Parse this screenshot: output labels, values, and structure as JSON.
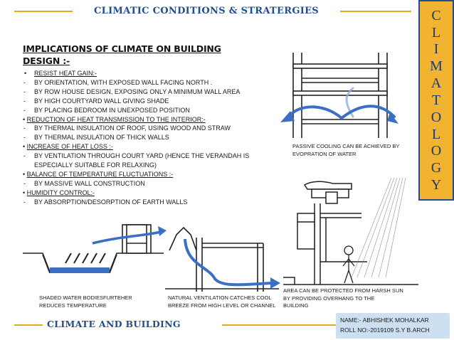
{
  "header": {
    "title": "CLIMATIC CONDITIONS & STRATERGIES"
  },
  "side_banner": {
    "letters": [
      "C",
      "L",
      "I",
      "M",
      "A",
      "T",
      "O",
      "L",
      "O",
      "G",
      "Y"
    ]
  },
  "main": {
    "heading_line1": "IMPLICATIONS OF CLIMATE ON BUILDING",
    "heading_line2": "DESIGN  :-",
    "items": [
      {
        "kind": "bullet",
        "marker": "•",
        "text": "RESIST HEAT GAIN:-"
      },
      {
        "kind": "dash",
        "marker": "-",
        "text": "BY ORIENTATION, WITH EXPOSED WALL FACING NORTH ."
      },
      {
        "kind": "dash",
        "marker": "-",
        "text": "BY ROW HOUSE DESIGN, EXPOSING ONLY A MINIMUM WALL AREA"
      },
      {
        "kind": "dash",
        "marker": "-",
        "text": "BY HIGH COURTYARD WALL GIVING SHADE"
      },
      {
        "kind": "dash",
        "marker": "-",
        "text": "BY PLACING BEDROOM IN UNEXPOSED POSITION"
      },
      {
        "kind": "section",
        "marker": "•",
        "text": "REDUCTION OF HEAT TRANSMISSION TO THE INTERIOR:-"
      },
      {
        "kind": "dash",
        "marker": "-",
        "text": "BY THERMAL INSULATION OF ROOF, USING WOOD AND STRAW"
      },
      {
        "kind": "dash",
        "marker": "-",
        "text": "BY THERMAL INSULATION OF THICK WALLS"
      },
      {
        "kind": "section",
        "marker": "•",
        "text": "INCREASE OF HEAT LOSS :-"
      },
      {
        "kind": "dash",
        "marker": "-",
        "text": "BY VENTILATION THROUGH COURT YARD (HENCE THE VERANDAH IS"
      },
      {
        "kind": "cont",
        "marker": "",
        "text": "ESPECIALLY SUITABLE FOR RELAXING)"
      },
      {
        "kind": "section",
        "marker": "•",
        "text": "BALANCE OF TEMPERATURE FLUCTUATIONS :-"
      },
      {
        "kind": "dash",
        "marker": "-",
        "text": "BY MASSIVE WALL CONSTRUCTION"
      },
      {
        "kind": "section",
        "marker": "•",
        "text": "HUMIDITY CONTROL:-"
      },
      {
        "kind": "dash",
        "marker": "-",
        "text": "BY ABSORPTION/DESORPTION OF EARTH WALLS"
      }
    ]
  },
  "captions": {
    "passive_1": "PASSIVE COOLING CAN BE ACHIEVED BY",
    "passive_2": "EVOPRATION OF WATER",
    "water_1": "SHADED WATER BODIESFURTEHER",
    "water_2": "REDUCES TEMPERATURE",
    "vent_1": "NATURAL VENTILATION CATCHES COOL",
    "vent_2": "BREEZE FROM HIGH LEVEL OR CHANNEL",
    "overhang_1": "AREA CAN BE PROTECTED FROM HARSH SUN",
    "overhang_2": "BY PROVIDING OVERHANG TO THE",
    "overhang_3": "BUILDING"
  },
  "footer": {
    "title": "CLIMATE AND BUILDING",
    "name": "NAME:- ABHISHEK MOHALKAR",
    "roll": "ROLL NO:-2019109  S.Y B.ARCH"
  },
  "colors": {
    "accent_gold": "#f2b430",
    "title_blue": "#1f4e8c",
    "arrow_blue": "#2f64b8",
    "name_box": "#cde0f2"
  }
}
